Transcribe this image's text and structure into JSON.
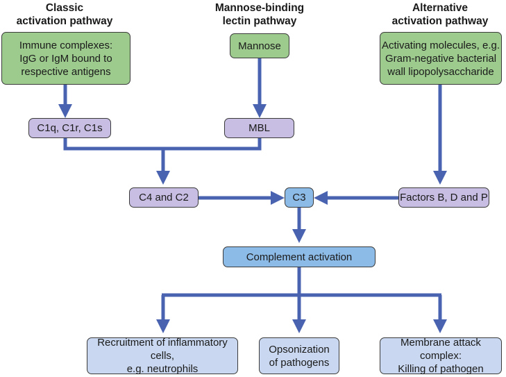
{
  "colors": {
    "arrow": "#4a63b0",
    "source_box": "#9dcb8e",
    "intermediate_box": "#c8bee3",
    "central_box": "#8dbbe7",
    "outcome_box": "#c9d8f0"
  },
  "headers": {
    "classic": [
      "Classic",
      "activation pathway"
    ],
    "lectin": [
      "Mannose-binding",
      "lectin pathway"
    ],
    "alternative": [
      "Alternative",
      "activation pathway"
    ]
  },
  "nodes": {
    "immune_complexes": [
      "Immune complexes:",
      "IgG or IgM bound to",
      "respective antigens"
    ],
    "mannose": [
      "Mannose"
    ],
    "activating_molecules": [
      "Activating molecules, e.g.",
      "Gram-negative bacterial",
      "wall lipopolysaccharide"
    ],
    "c1": [
      "C1q, C1r, C1s"
    ],
    "mbl": [
      "MBL"
    ],
    "c4_c2": [
      "C4 and C2"
    ],
    "c3": [
      "C3"
    ],
    "factors": [
      "Factors B, D and P"
    ],
    "complement_activation": [
      "Complement activation"
    ],
    "recruitment": [
      "Recruitment of inflammatory cells,",
      "e.g. neutrophils"
    ],
    "opsonization": [
      "Opsonization",
      "of pathogens"
    ],
    "mac": [
      "Membrane attack complex:",
      "Killing of pathogen"
    ]
  }
}
